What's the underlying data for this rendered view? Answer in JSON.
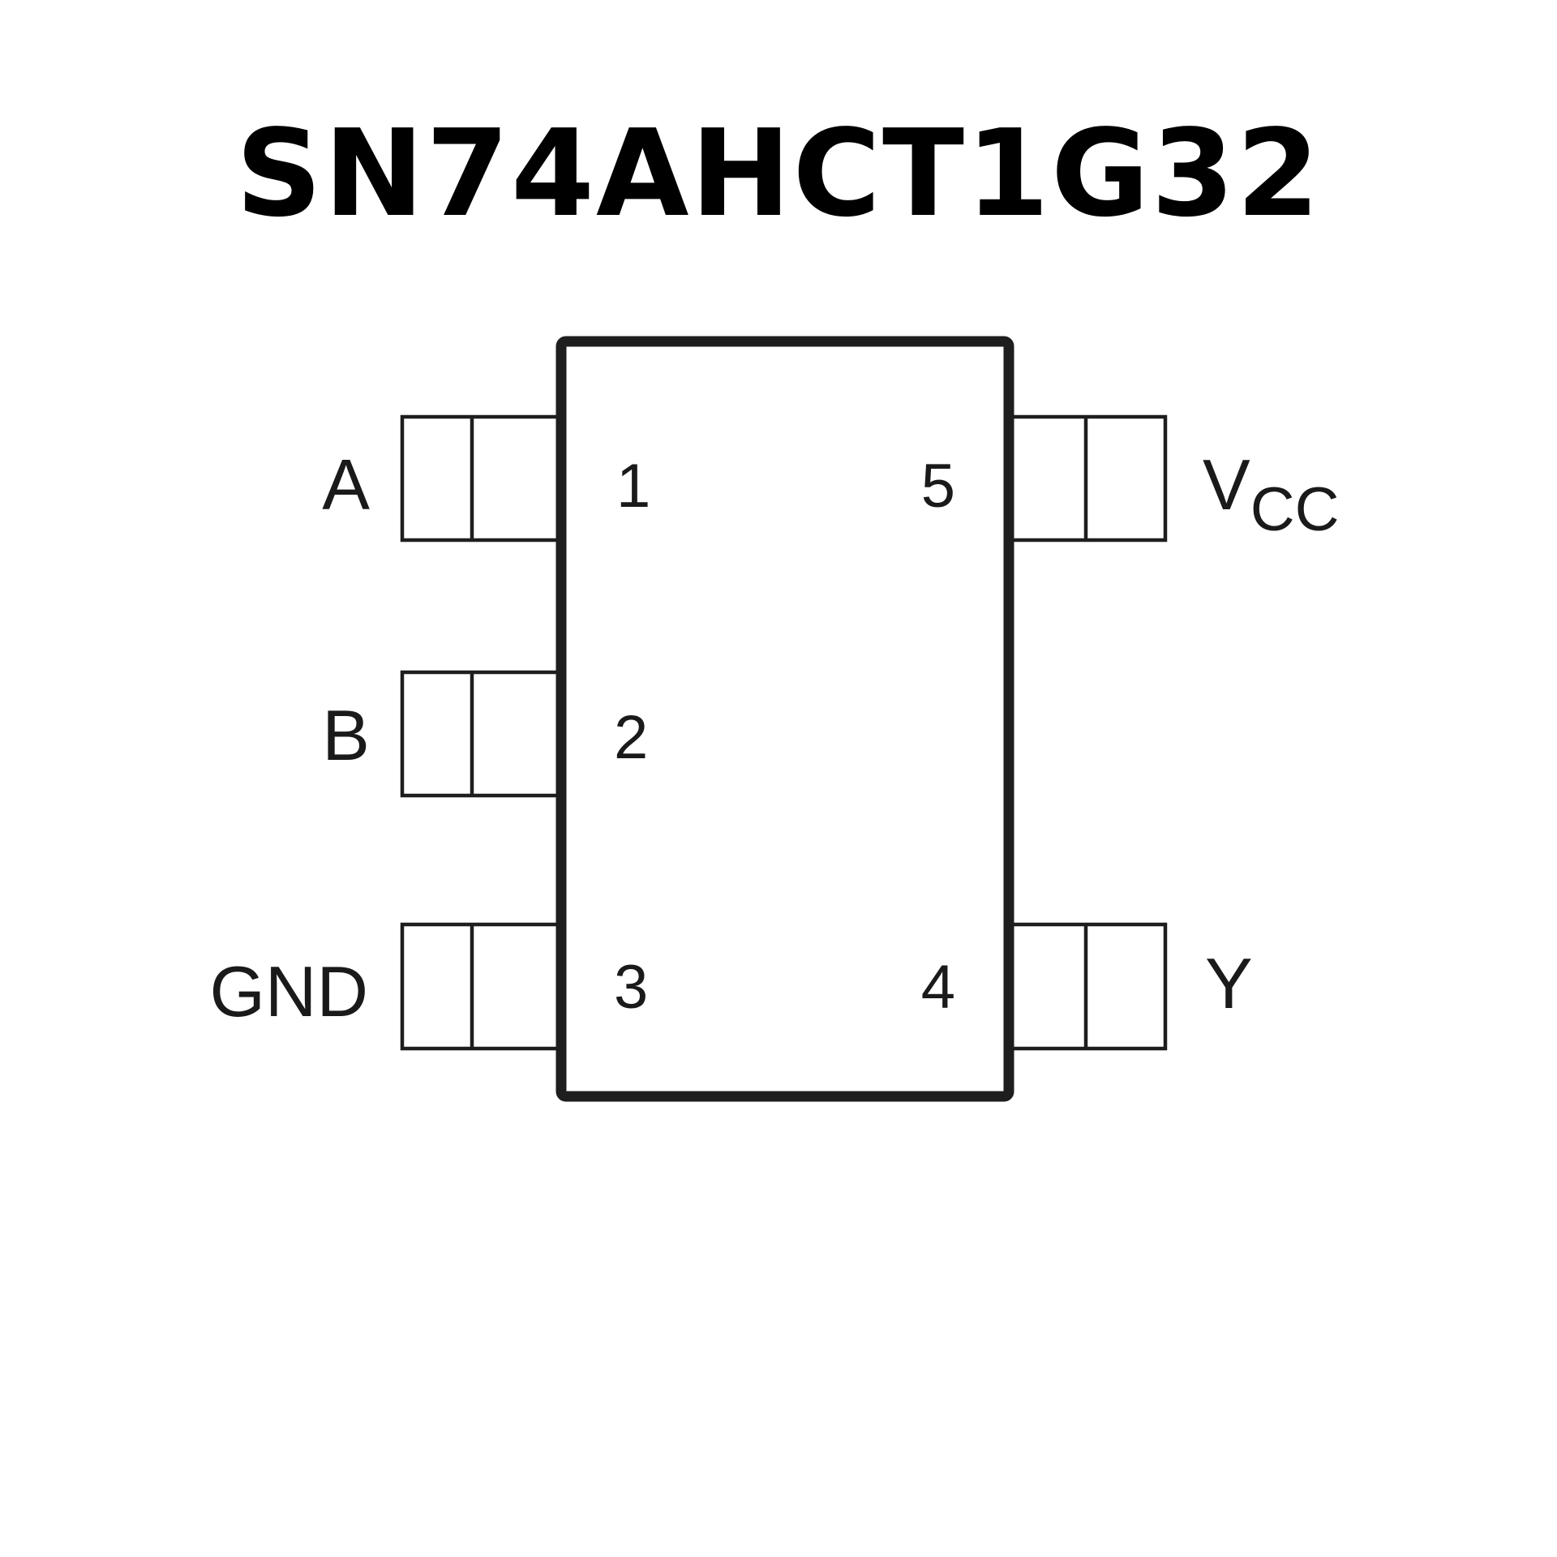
{
  "title": "SN74AHCT1G32",
  "colors": {
    "stroke": "#1e1e1e",
    "background": "#ffffff",
    "text": "#000000"
  },
  "pins": [
    {
      "number": "1",
      "name": "A",
      "side": "left"
    },
    {
      "number": "2",
      "name": "B",
      "side": "left"
    },
    {
      "number": "3",
      "name": "GND",
      "side": "left"
    },
    {
      "number": "4",
      "name": "Y",
      "side": "right"
    },
    {
      "number": "5",
      "name": "V",
      "name_subscript": "CC",
      "side": "right"
    }
  ]
}
